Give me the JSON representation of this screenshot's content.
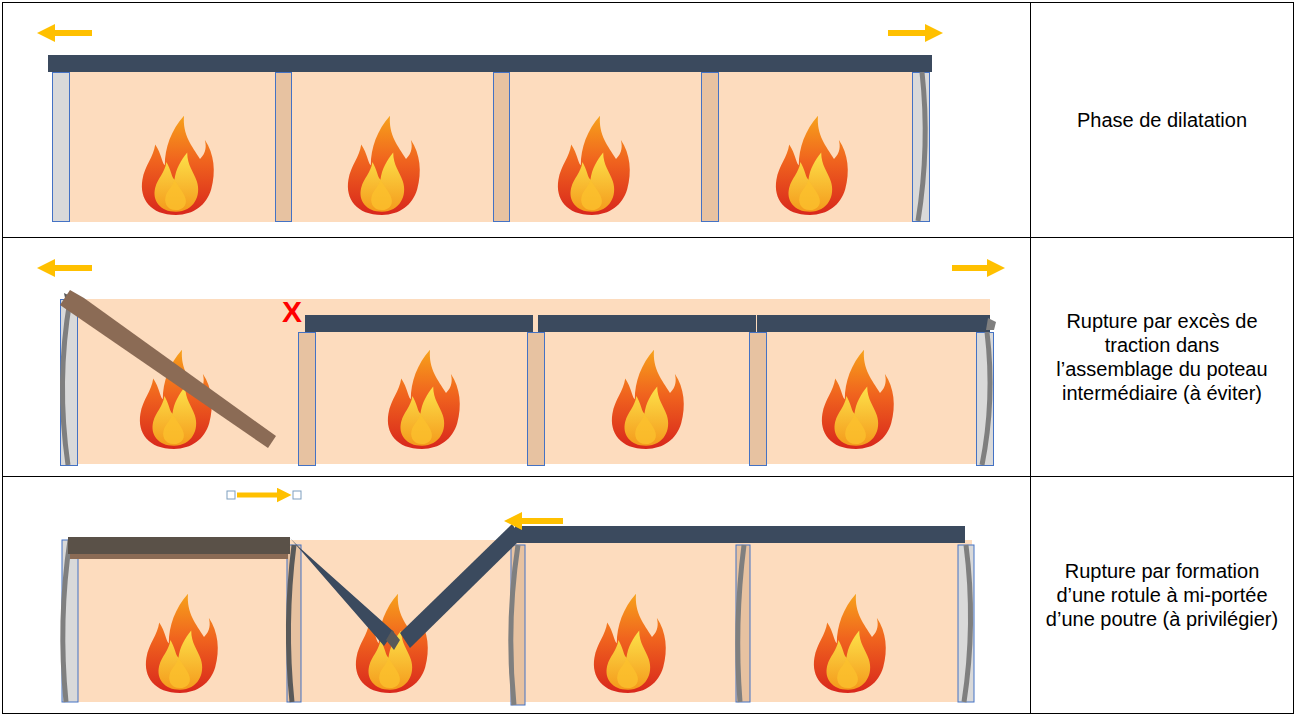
{
  "diagram": {
    "labels": [
      "Phase de dilatation",
      "X",
      "Rupture par excès de traction dans l’assemblage du poteau intermédiaire (à éviter)",
      "Rupture par formation d’une rotule à mi-portée d’une poutre (à privilégier)"
    ]
  }
}
